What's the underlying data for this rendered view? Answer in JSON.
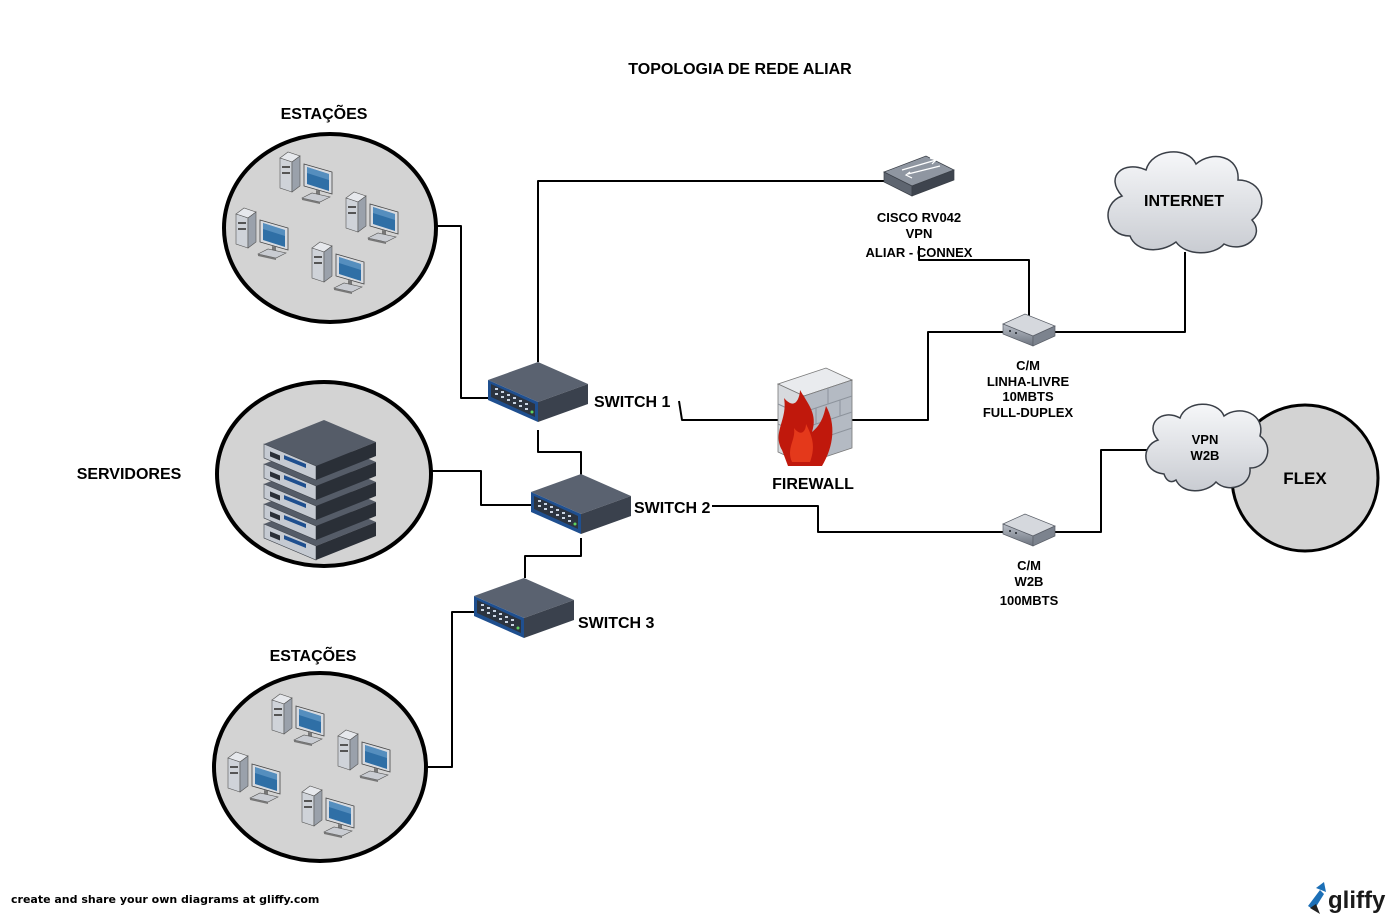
{
  "title": "TOPOLOGIA DE REDE ALIAR",
  "groups": {
    "stations_top": "ESTAÇÕES",
    "servers": "SERVIDORES",
    "stations_bottom": "ESTAÇÕES",
    "flex": "FLEX"
  },
  "devices": {
    "switch1": "SWITCH 1",
    "switch2": "SWITCH 2",
    "switch3": "SWITCH 3",
    "firewall": "FIREWALL",
    "internet": "INTERNET",
    "vpn_cloud": [
      "VPN",
      "W2B"
    ],
    "router_label": [
      "CISCO  RV042",
      "VPN",
      "ALIAR - CONNEX"
    ],
    "modem1_label": [
      "C/M",
      "LINHA-LIVRE",
      "10MBTS",
      "FULL-DUPLEX"
    ],
    "modem2_label": [
      "C/M",
      "W2B",
      "100MBTS"
    ]
  },
  "footer": "create and share your own diagrams at gliffy.com",
  "brand": "gliffy",
  "colors": {
    "group_fill": "#d3d3d3",
    "cloud_fill": "#e4e6ea",
    "switch_body": "#3d4450",
    "switch_accent": "#1f4f8f",
    "firewall_red": "#c0180c"
  },
  "icons": [
    "workstation-icon",
    "server-rack-icon",
    "switch-icon",
    "router-icon",
    "firewall-icon",
    "modem-icon",
    "cloud-icon"
  ]
}
